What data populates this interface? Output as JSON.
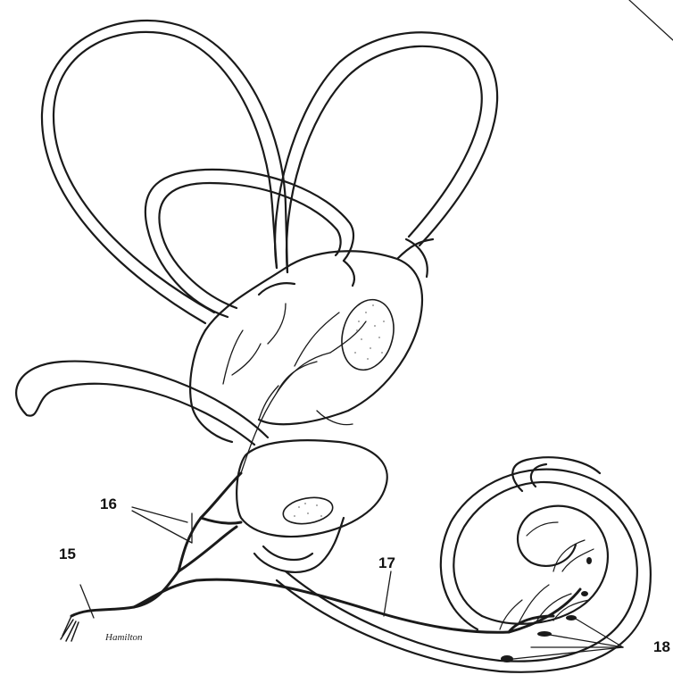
{
  "diagram": {
    "labels": {
      "l15": "15",
      "l16": "16",
      "l17": "17",
      "l18": "18"
    },
    "signature": "Hamilton",
    "colors": {
      "ink": "#1a1a1a",
      "stipple": "#9a9a9a",
      "background": "#ffffff"
    }
  }
}
